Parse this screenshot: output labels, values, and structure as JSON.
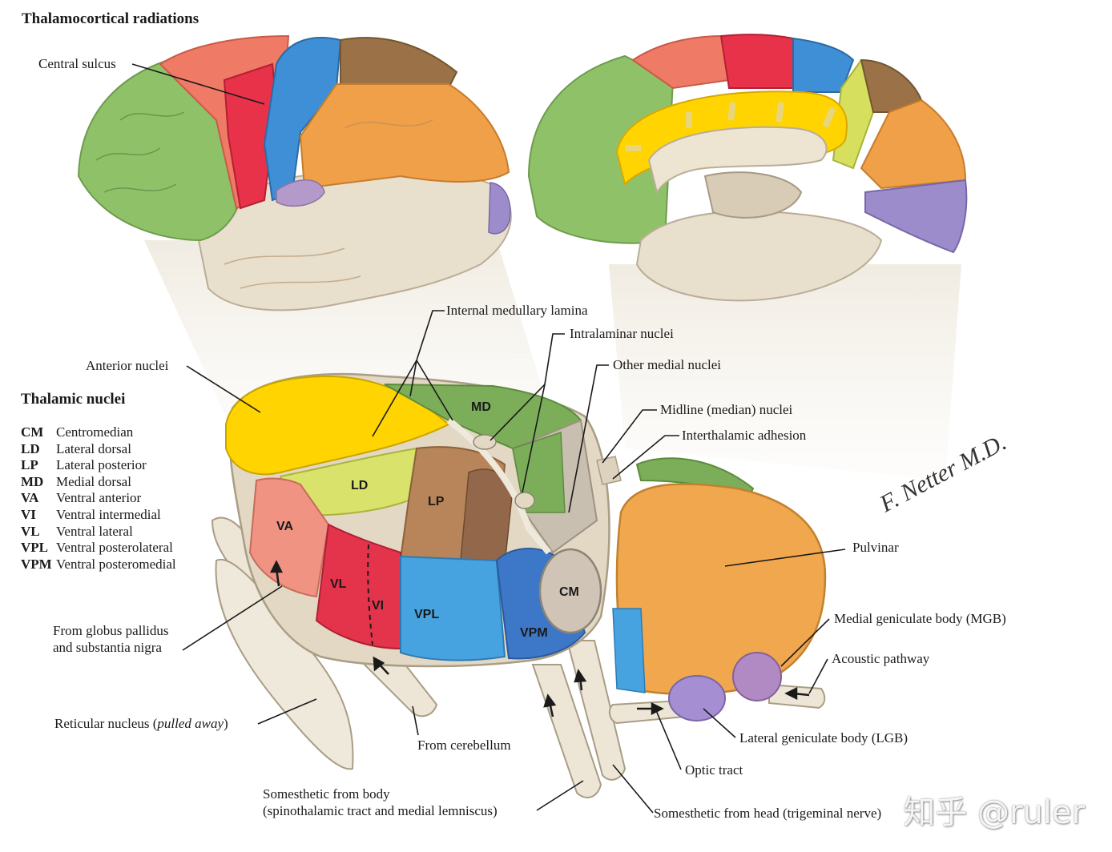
{
  "titles": {
    "radiations": "Thalamocortical radiations",
    "nuclei": "Thalamic nuclei"
  },
  "legend": [
    {
      "abbr": "CM",
      "name": "Centromedian"
    },
    {
      "abbr": "LD",
      "name": "Lateral dorsal"
    },
    {
      "abbr": "LP",
      "name": "Lateral posterior"
    },
    {
      "abbr": "MD",
      "name": "Medial dorsal"
    },
    {
      "abbr": "VA",
      "name": "Ventral anterior"
    },
    {
      "abbr": "VI",
      "name": "Ventral intermedial"
    },
    {
      "abbr": "VL",
      "name": "Ventral lateral"
    },
    {
      "abbr": "VPL",
      "name": "Ventral posterolateral"
    },
    {
      "abbr": "VPM",
      "name": "Ventral posteromedial"
    }
  ],
  "labels": {
    "central_sulcus": "Central sulcus",
    "internal_medullary_lamina": "Internal medullary lamina",
    "intralaminar_nuclei": "Intralaminar nuclei",
    "other_medial_nuclei": "Other medial nuclei",
    "anterior_nuclei": "Anterior nuclei",
    "midline_nuclei": "Midline (median) nuclei",
    "interthalamic_adhesion": "Interthalamic adhesion",
    "pulvinar": "Pulvinar",
    "mgb": "Medial geniculate body (MGB)",
    "acoustic_pathway": "Acoustic pathway",
    "lgb": "Lateral geniculate body (LGB)",
    "optic_tract": "Optic tract",
    "globus_pallidus_1": "From globus pallidus",
    "globus_pallidus_2": "and substantia nigra",
    "reticular_main": "Reticular nucleus (",
    "reticular_italic": "pulled away",
    "reticular_end": ")",
    "from_cerebellum": "From cerebellum",
    "somesthetic_body_1": "Somesthetic from body",
    "somesthetic_body_2": "(spinothalamic tract and medial lemniscus)",
    "somesthetic_head": "Somesthetic from head (trigeminal nerve)"
  },
  "nucleus_tags": {
    "md": "MD",
    "ld": "LD",
    "lp": "LP",
    "va": "VA",
    "vl": "VL",
    "vi": "VI",
    "vpl": "VPL",
    "vpm": "VPM",
    "cm": "CM"
  },
  "signature": "F. Netter M.D.",
  "watermark": "知乎 @ruler",
  "colors": {
    "frontal_green": "#8fc268",
    "premotor_salmon": "#ef7b66",
    "motor_red": "#e8324a",
    "sensory_blue": "#3f8fd6",
    "parietal_orange": "#f0a048",
    "occipital_purple": "#9c8ccc",
    "temporal_cream": "#e8dfcc",
    "anterior_yellow": "#ffd400",
    "ld_yellowgreen": "#d9e26a",
    "lp_brown": "#b78559",
    "md_green": "#7cae5a",
    "va_salmon": "#f09383",
    "vl_red": "#e3344c",
    "vpl_blue": "#47a3df",
    "vpm_blue": "#3d78c8",
    "cm_gray": "#cfc4b6",
    "pulvinar_orange": "#f0a74e",
    "geniculate_purple": "#a58fd2"
  }
}
